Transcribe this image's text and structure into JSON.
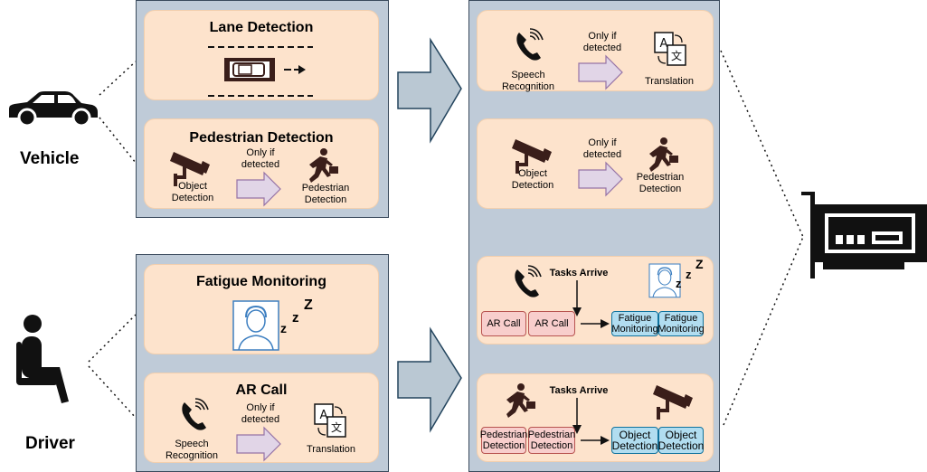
{
  "labels": {
    "vehicle": "Vehicle",
    "driver": "Driver"
  },
  "left": {
    "lane": {
      "title": "Lane Detection"
    },
    "pedestrian": {
      "title": "Pedestrian Detection",
      "object_detection": "Object Detection",
      "only_if": "Only if detected",
      "pedestrian_detection": "Pedestrian Detection"
    },
    "fatigue": {
      "title": "Fatigue Monitoring"
    },
    "ar": {
      "title": "AR Call",
      "speech": "Speech Recognition",
      "only_if": "Only if detected",
      "translation": "Translation"
    }
  },
  "right": {
    "speech_card": {
      "speech": "Speech Recognition",
      "only_if": "Only if detected",
      "translation": "Translation"
    },
    "object_card": {
      "object_detection": "Object Detection",
      "only_if": "Only if detected",
      "pedestrian_detection": "Pedestrian Detection"
    },
    "fatigue_card": {
      "tasks_arrive": "Tasks Arrive",
      "red": [
        "AR Call",
        "AR Call"
      ],
      "blue": [
        "Fatigue Monitoring",
        "Fatigue Monitoring"
      ]
    },
    "object_queue_card": {
      "tasks_arrive": "Tasks Arrive",
      "red": [
        "Pedestrian Detection",
        "Pedestrian Detection"
      ],
      "blue": [
        "Object Detection",
        "Object Detection"
      ]
    }
  },
  "zzz": [
    "z",
    "Z"
  ],
  "icons": [
    "car-icon",
    "driver-seated-icon",
    "road-car-icon",
    "cctv-camera-icon",
    "running-pedestrian-icon",
    "face-portrait-icon",
    "phone-ringing-icon",
    "translate-icon",
    "gpu-card-icon",
    "big-chevron-arrow-icon"
  ],
  "colors": {
    "panel": "#bfcbd8",
    "card": "#fde3cc",
    "arrow": "#e1d5e7",
    "red": "#f8cecc",
    "blue": "#b1ddf0",
    "chevron": "#bac8d3"
  }
}
